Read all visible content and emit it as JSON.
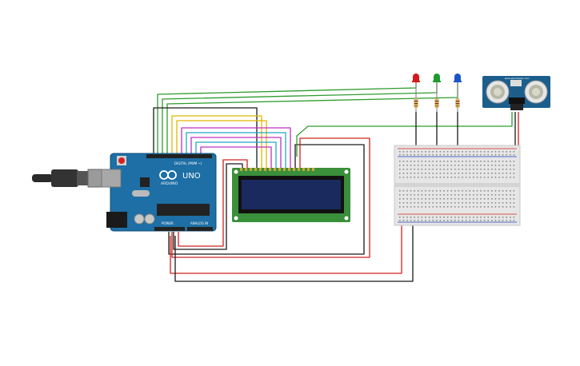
{
  "arduino": {
    "model_label": "UNO",
    "brand_label": "ARDUINO",
    "digital_label": "DIGITAL (PWM ~)",
    "power_label": "POWER",
    "analog_label": "ANALOG IN",
    "board_color": "#1d6fa5"
  },
  "lcd": {
    "pcb_color": "#3a8f3a",
    "screen_color": "#1a2a5e"
  },
  "leds": [
    {
      "color_name": "red",
      "hex": "#d81818"
    },
    {
      "color_name": "green",
      "hex": "#1f9a2e"
    },
    {
      "color_name": "blue",
      "hex": "#1a56c8"
    }
  ],
  "sensor": {
    "site_label": "www.elecfreaks.com",
    "pcb_color": "#1b5e8c"
  },
  "wire_colors": {
    "red": "#d32020",
    "black": "#1a1a1a",
    "green": "#2e9c2e",
    "yellow": "#e0b800",
    "magenta": "#c030c0",
    "cyan": "#20a8c8",
    "orange": "#e07800"
  },
  "icons": [
    "usb-cable-icon",
    "reset-button-icon",
    "infinity-logo-icon"
  ]
}
